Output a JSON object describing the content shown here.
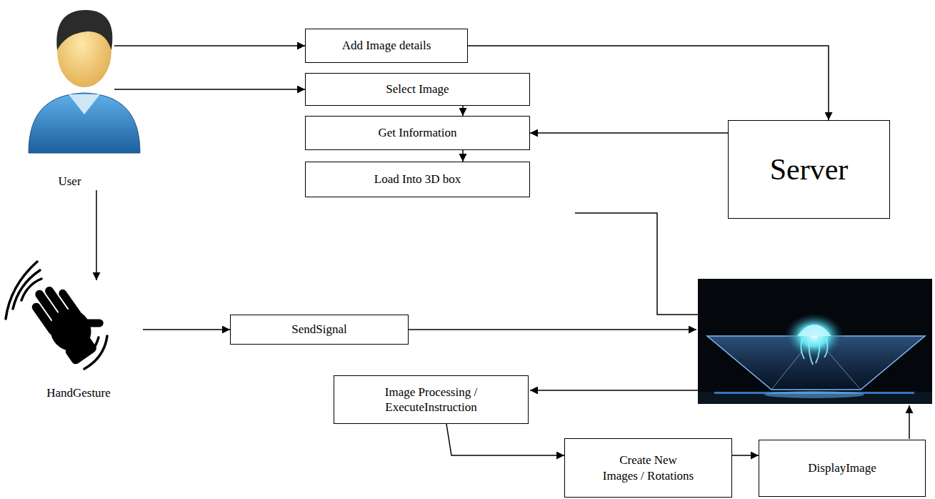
{
  "diagram": {
    "nodes": [
      {
        "text": [
          "User"
        ]
      },
      {
        "text": [
          "Add Image details"
        ]
      },
      {
        "text": [
          "Select Image"
        ]
      },
      {
        "text": [
          "Get Information"
        ]
      },
      {
        "text": [
          "Server"
        ]
      },
      {
        "text": [
          "Load Into 3D box"
        ]
      },
      {
        "text": [
          "HandGesture"
        ]
      },
      {
        "text": [
          "SendSignal"
        ]
      },
      {
        "text": [
          "Image Processing / ExecuteInstruction"
        ]
      },
      {
        "text": [
          "Create New Images / Rotations"
        ]
      },
      {
        "text": [
          "DisplayImage"
        ]
      }
    ],
    "edges": [
      {
        "from": 0,
        "to": 1,
        "arrow": "to"
      },
      {
        "from": 0,
        "to": 2,
        "arrow": "to"
      },
      {
        "from": 1,
        "to": 4,
        "arrow": "to"
      },
      {
        "from": 2,
        "to": 3,
        "arrow": "to"
      },
      {
        "from": 3,
        "to": 5,
        "arrow": "to"
      },
      {
        "from": 4,
        "to": 3,
        "arrow": "to"
      },
      {
        "from": 0,
        "to": 6,
        "arrow": "to"
      },
      {
        "from": 6,
        "to": 7,
        "arrow": "to"
      },
      {
        "from": 8,
        "to": 9,
        "arrow": "to"
      },
      {
        "from": 9,
        "to": 10,
        "arrow": "to"
      }
    ]
  }
}
